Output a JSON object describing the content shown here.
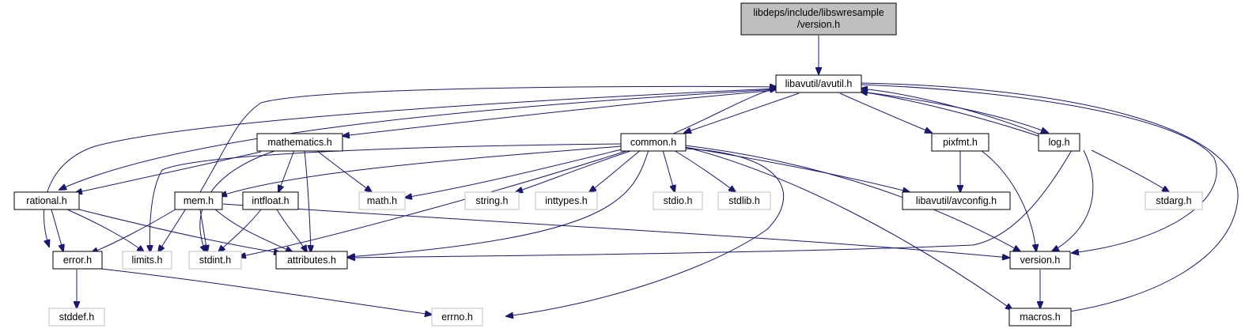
{
  "graph": {
    "root_line1": "libdeps/include/libswresample",
    "root_line2": "/version.h",
    "nodes": {
      "avutil": "libavutil/avutil.h",
      "mathematics": "mathematics.h",
      "common": "common.h",
      "pixfmt": "pixfmt.h",
      "log": "log.h",
      "rational": "rational.h",
      "math": "math.h",
      "mem": "mem.h",
      "intfloat": "intfloat.h",
      "string": "string.h",
      "inttypes": "inttypes.h",
      "stdio": "stdio.h",
      "stdlib": "stdlib.h",
      "avconfig": "libavutil/avconfig.h",
      "stdarg": "stdarg.h",
      "error": "error.h",
      "limits": "limits.h",
      "stdint": "stdint.h",
      "attributes": "attributes.h",
      "version": "version.h",
      "stddef": "stddef.h",
      "errno": "errno.h",
      "macros": "macros.h"
    }
  },
  "colors": {
    "edge": "#191970",
    "root_fill": "#bfbfbf",
    "external_border": "#bfbfbf",
    "documented_border": "#000000"
  }
}
